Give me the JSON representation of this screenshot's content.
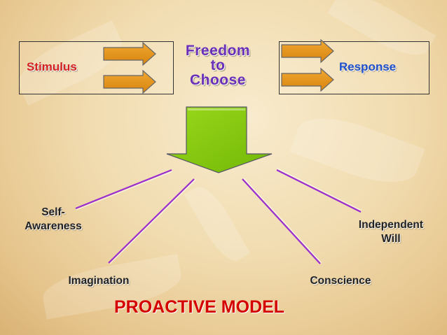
{
  "diagram": {
    "stimulus": "Stimulus",
    "freedom": [
      "Freedom",
      "to",
      "Choose"
    ],
    "response": "Response",
    "nodes": {
      "self_awareness": [
        "Self-",
        "Awareness"
      ],
      "imagination": "Imagination",
      "conscience": "Conscience",
      "independent_will": [
        "Independent",
        "Will"
      ]
    },
    "title": "PROACTIVE MODEL"
  },
  "colors": {
    "stimulus_text": "#d42222",
    "response_text": "#2050c8",
    "freedom_text": "#6a2fb8",
    "arrow_orange": "#e8961a",
    "down_arrow_green": "#88cc11",
    "connector_line": "#9a2fd0",
    "title_text": "#d40000"
  }
}
